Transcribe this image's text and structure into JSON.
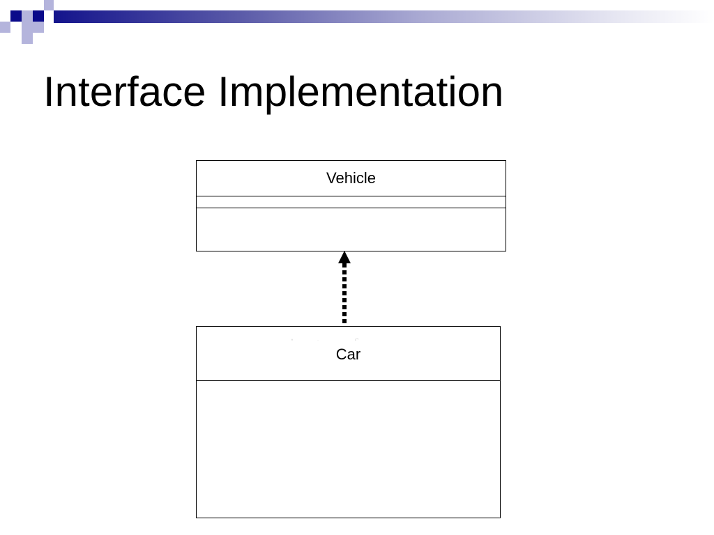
{
  "slide": {
    "title": "Interface Implementation"
  },
  "diagram": {
    "interface_class": {
      "name": "Vehicle"
    },
    "implementing_class": {
      "name": "Car"
    },
    "relationship": {
      "kind": "realization",
      "style": "dotted",
      "arrowhead": "filled-triangle"
    }
  },
  "theme": {
    "accent_dark": "#0a0a8a",
    "accent_light": "#b4b4dc",
    "line_color": "#000000"
  }
}
